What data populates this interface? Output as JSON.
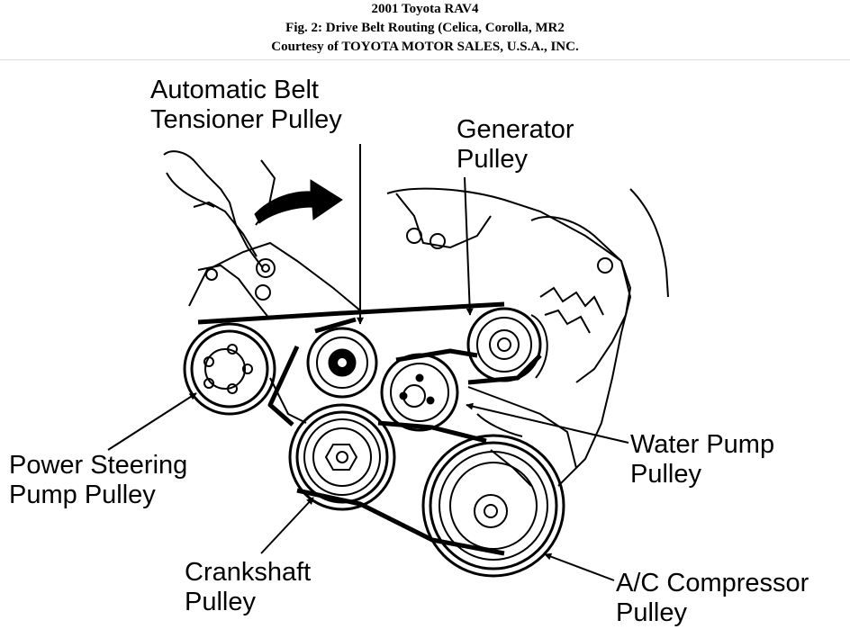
{
  "header": {
    "line1": "2001 Toyota RAV4",
    "line2": "Fig. 2: Drive Belt Routing (Celica, Corolla, MR2",
    "line3": "Courtesy of TOYOTA MOTOR SALES, U.S.A., INC."
  },
  "labels": {
    "tensioner": {
      "line1": "Automatic Belt",
      "line2": "Tensioner Pulley"
    },
    "generator": {
      "line1": "Generator",
      "line2": "Pulley"
    },
    "water_pump": {
      "line1": "Water Pump",
      "line2": "Pulley"
    },
    "power_steering": {
      "line1": "Power Steering",
      "line2": "Pump Pulley"
    },
    "crankshaft": {
      "line1": "Crankshaft",
      "line2": "Pulley"
    },
    "ac_compressor": {
      "line1": "A/C Compressor",
      "line2": "Pulley"
    }
  },
  "colors": {
    "ink": "#000000",
    "paper": "#ffffff"
  }
}
